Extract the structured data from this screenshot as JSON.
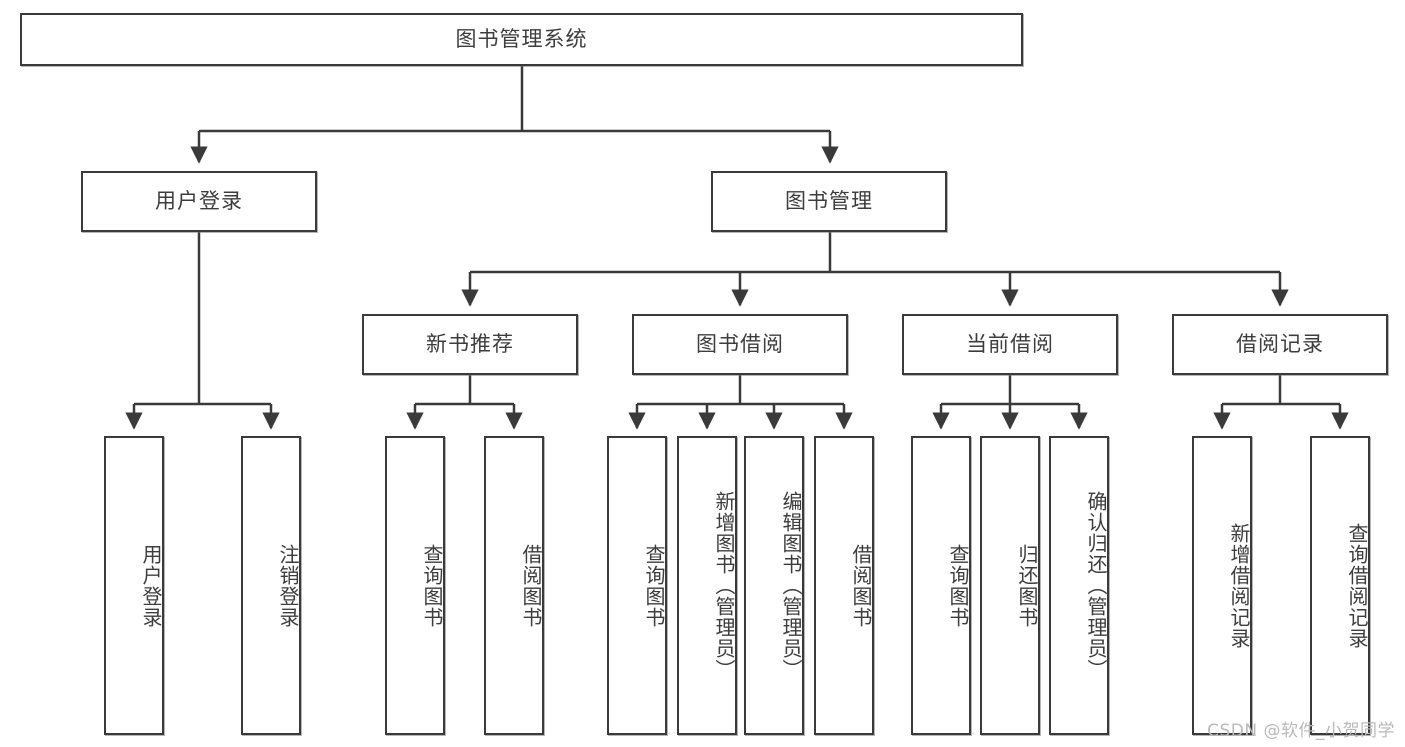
{
  "diagram": {
    "type": "tree-hierarchy",
    "root": {
      "id": "root",
      "label": "图书管理系统"
    },
    "level2": [
      {
        "id": "user-login",
        "label": "用户登录"
      },
      {
        "id": "book-manage",
        "label": "图书管理"
      }
    ],
    "level3": [
      {
        "id": "new-book-recommend",
        "label": "新书推荐"
      },
      {
        "id": "book-borrow",
        "label": "图书借阅"
      },
      {
        "id": "current-borrow",
        "label": "当前借阅"
      },
      {
        "id": "borrow-record",
        "label": "借阅记录"
      }
    ],
    "leaves": {
      "user_login": [
        {
          "id": "leaf-user-login",
          "label": "用户登录"
        },
        {
          "id": "leaf-user-logout",
          "label": "注销登录"
        }
      ],
      "new_book_recommend": [
        {
          "id": "leaf-query-book-1",
          "label": "查询图书"
        },
        {
          "id": "leaf-borrow-book-1",
          "label": "借阅图书"
        }
      ],
      "book_borrow": [
        {
          "id": "leaf-query-book-2",
          "label": "查询图书"
        },
        {
          "id": "leaf-add-book",
          "label": "新增图书（管理员）"
        },
        {
          "id": "leaf-edit-book",
          "label": "编辑图书（管理员）"
        },
        {
          "id": "leaf-borrow-book-2",
          "label": "借阅图书"
        }
      ],
      "current_borrow": [
        {
          "id": "leaf-query-book-3",
          "label": "查询图书"
        },
        {
          "id": "leaf-return-book",
          "label": "归还图书"
        },
        {
          "id": "leaf-confirm-return",
          "label": "确认归还（管理员）"
        }
      ],
      "borrow_record": [
        {
          "id": "leaf-add-record",
          "label": "新增借阅记录"
        },
        {
          "id": "leaf-query-record",
          "label": "查询借阅记录"
        }
      ]
    }
  },
  "watermark": {
    "text": "CSDN @软件_小贺同学"
  },
  "colors": {
    "stroke": "#3a3a3a",
    "text": "#3d3d3d",
    "background": "#ffffff",
    "watermark": "#b9b9b9"
  }
}
